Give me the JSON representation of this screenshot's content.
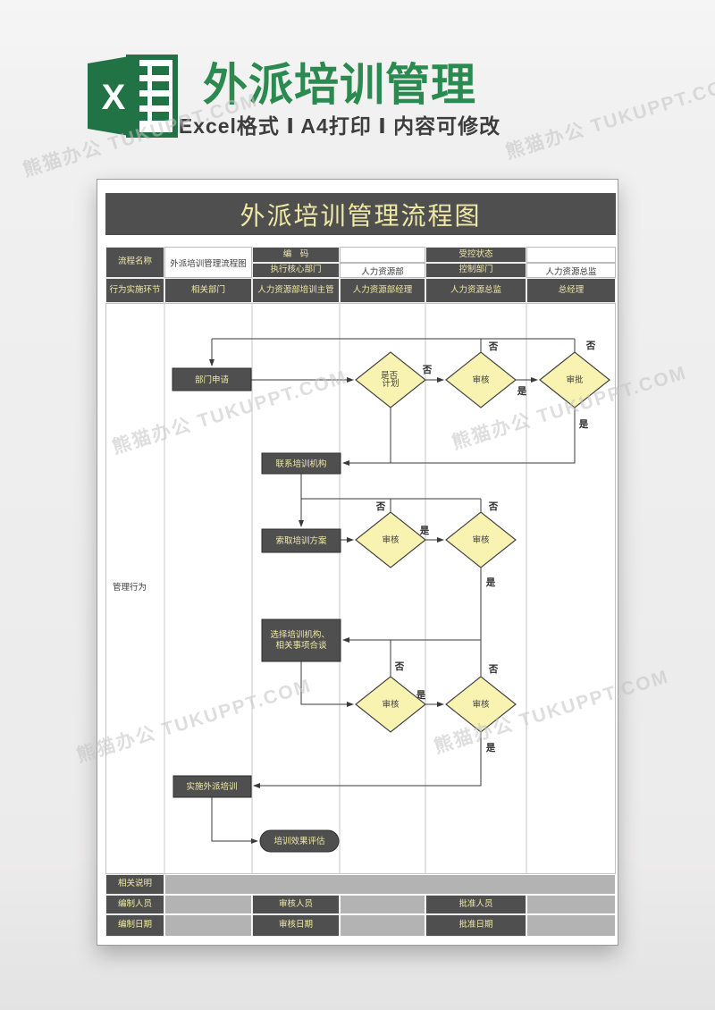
{
  "banner": {
    "logo_letter": "X",
    "title": "外派培训管理",
    "subtitle": "Excel格式 Ⅰ A4打印 Ⅰ 内容可修改"
  },
  "watermark": {
    "text": "熊猫办公 TUKUPPT.COM"
  },
  "colors": {
    "excel_green": "#217346",
    "title_green": "#2b8a4f",
    "cell_dark": "#4f4f4f",
    "accent_yellow": "#f0e9a6",
    "diamond_fill": "#f8f3b0",
    "cell_gray": "#b3b3b3"
  },
  "sheet": {
    "title": "外派培训管理流程图",
    "info": {
      "process_name_label": "流程名称",
      "process_name_value": "外派培训管理流程图",
      "code_label": "编　码",
      "code_value": "",
      "exec_dept_label": "执行核心部门",
      "exec_dept_value": "人力资源部",
      "control_status_label": "受控状态",
      "control_status_value": "",
      "control_dept_label": "控制部门",
      "control_dept_value": "人力资源总监"
    },
    "columns": [
      "行为实施环节",
      "相关部门",
      "人力资源部培训主管",
      "人力资源部经理",
      "人力资源总监",
      "总经理"
    ],
    "row_label": "管理行为",
    "flow": {
      "dept_request": "部门申请",
      "plan_check_l1": "是否",
      "plan_check_l2": "计划",
      "review": "审核",
      "approve": "审批",
      "contact_org": "联系培训机构",
      "request_plan": "索取培训方案",
      "select_org_l1": "选择培训机构、",
      "select_org_l2": "相关事项合谈",
      "implement": "实施外派培训",
      "evaluate": "培训效果评估",
      "yes": "是",
      "no": "否"
    },
    "footer": {
      "note_label": "相关说明",
      "maker_label": "编制人员",
      "checker_label": "审核人员",
      "approver_label": "批准人员",
      "make_date_label": "编制日期",
      "check_date_label": "审核日期",
      "approve_date_label": "批准日期"
    }
  }
}
